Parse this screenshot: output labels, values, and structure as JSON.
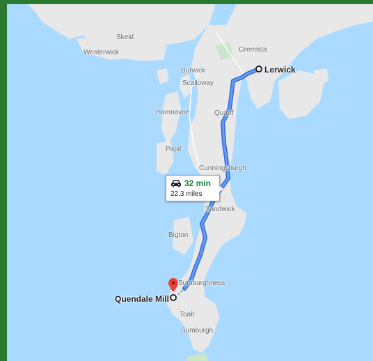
{
  "map": {
    "places": [
      {
        "id": "skeld",
        "label": "Skeld"
      },
      {
        "id": "westerwick",
        "label": "Westerwick"
      },
      {
        "id": "gremista",
        "label": "Gremista"
      },
      {
        "id": "burwick",
        "label": "Burwick"
      },
      {
        "id": "scalloway",
        "label": "Scalloway"
      },
      {
        "id": "hamnavoe",
        "label": "Hamnavoe"
      },
      {
        "id": "quarff",
        "label": "Quarff"
      },
      {
        "id": "papil",
        "label": "Papil"
      },
      {
        "id": "cunningsburgh",
        "label": "Cunningsburgh"
      },
      {
        "id": "sandwick",
        "label": "Sandwick"
      },
      {
        "id": "bigton",
        "label": "Bigton"
      },
      {
        "id": "sumburghness",
        "label": "Sumburghness"
      },
      {
        "id": "toab",
        "label": "Toab"
      },
      {
        "id": "sumburgh",
        "label": "Sumburgh"
      }
    ],
    "origin": {
      "label": "Lerwick"
    },
    "destination": {
      "label": "Quendale Mill"
    },
    "route": {
      "duration": "32 min",
      "distance": "22.3 miles",
      "mode_icon": "car-icon"
    },
    "colors": {
      "water": "#aadaff",
      "land": "#e8e8e8",
      "route": "#4285f4",
      "route_outline": "#3367d6",
      "pin": "#ea4335",
      "duration_text": "#188038",
      "frame": "#2a7a2f"
    }
  }
}
